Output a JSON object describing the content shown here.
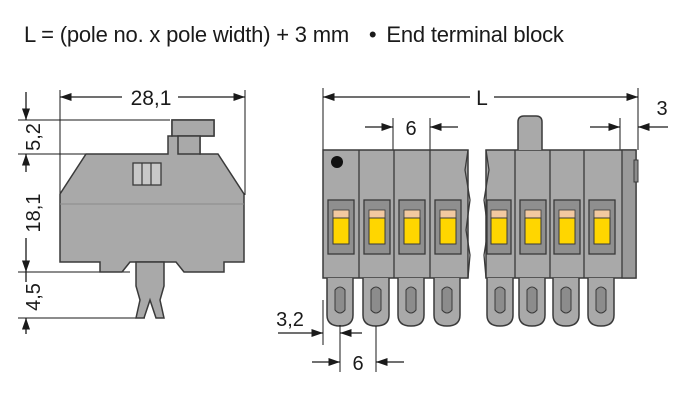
{
  "caption": {
    "formula": "L = (pole no. x pole width) + 3 mm",
    "bullet": "•",
    "note": "End terminal block"
  },
  "side_view": {
    "width_label": "28,1",
    "top_label": "5,2",
    "body_label": "18,1",
    "foot_label": "4,5"
  },
  "front_view": {
    "length_label": "L",
    "end_label": "3",
    "pitch_top_label": "6",
    "offset_label": "3,2",
    "pitch_bottom_label": "6"
  },
  "colors": {
    "body": "#a9a9a9",
    "body_dark": "#8c8c8c",
    "outline": "#3a3a3a",
    "indicator": "#ffd600",
    "indicator_top": "#f2c9a0",
    "line": "#1a1a1a"
  }
}
